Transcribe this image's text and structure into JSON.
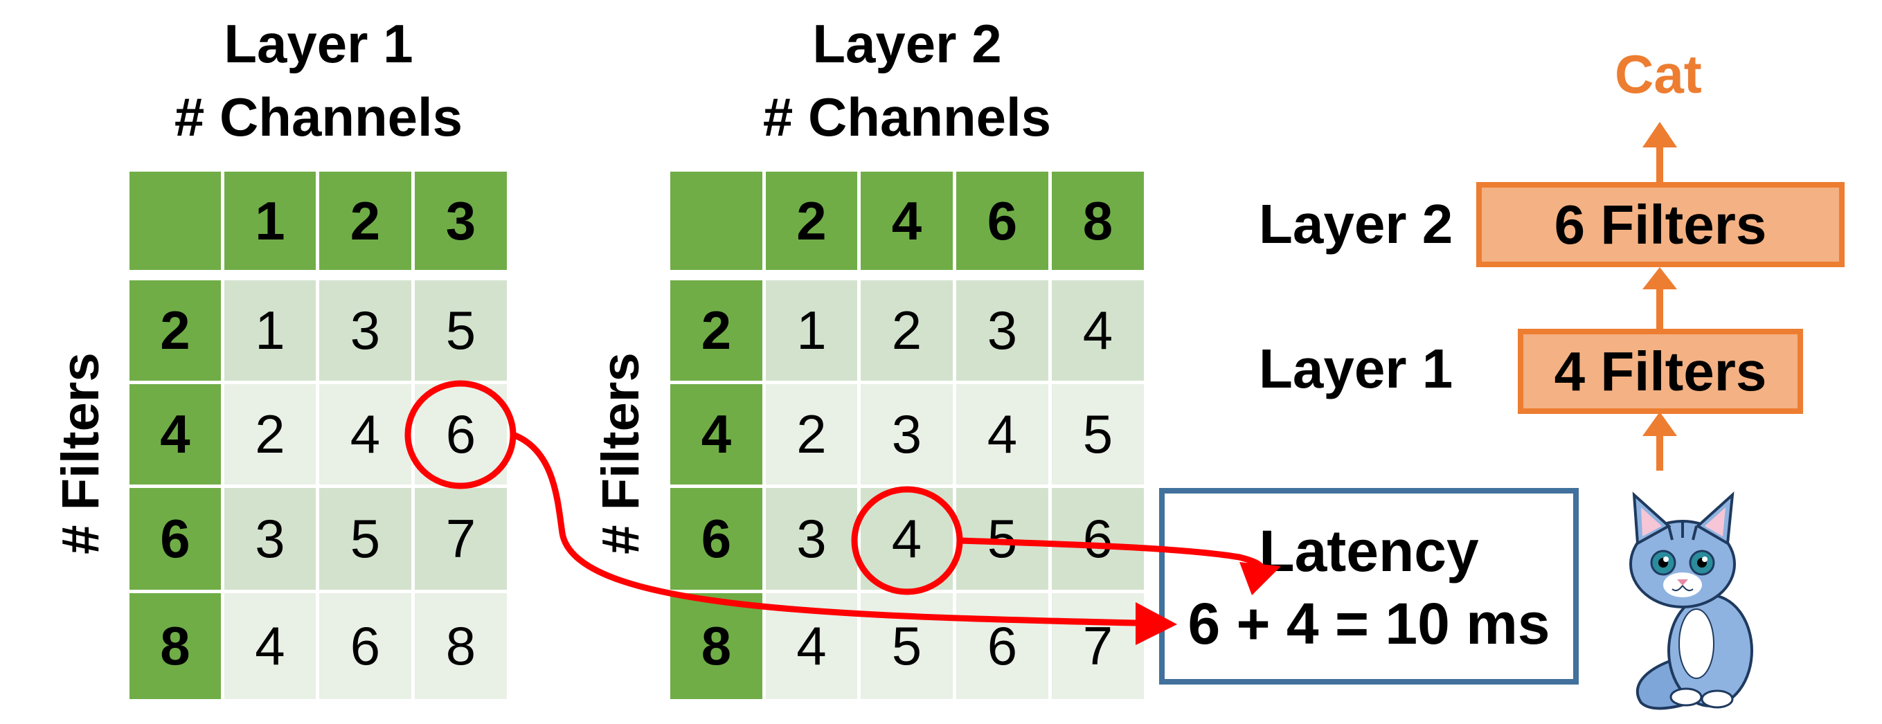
{
  "layer1_table": {
    "title_line1": "Layer 1",
    "title_line2": "# Channels",
    "row_axis_label": "# Filters",
    "column_headers": [
      "1",
      "2",
      "3"
    ],
    "row_headers": [
      "2",
      "4",
      "6",
      "8"
    ],
    "cells": [
      [
        "1",
        "3",
        "5"
      ],
      [
        "2",
        "4",
        "6"
      ],
      [
        "3",
        "5",
        "7"
      ],
      [
        "4",
        "6",
        "8"
      ]
    ]
  },
  "layer2_table": {
    "title_line1": "Layer 2",
    "title_line2": "# Channels",
    "row_axis_label": "# Filters",
    "column_headers": [
      "2",
      "4",
      "6",
      "8"
    ],
    "row_headers": [
      "2",
      "4",
      "6",
      "8"
    ],
    "cells": [
      [
        "1",
        "2",
        "3",
        "4"
      ],
      [
        "2",
        "3",
        "4",
        "5"
      ],
      [
        "3",
        "4",
        "5",
        "6"
      ],
      [
        "4",
        "5",
        "6",
        "7"
      ]
    ]
  },
  "network": {
    "output_label": "Cat",
    "layer2_label": "Layer 2",
    "layer2_box": "6 Filters",
    "layer1_label": "Layer 1",
    "layer1_box": "4 Filters"
  },
  "latency": {
    "line1": "Latency",
    "line2": "6 + 4 = 10 ms"
  },
  "colors": {
    "header_green": "#70ad47",
    "row_dark": "#d3e2cd",
    "row_light": "#e9f0e6",
    "arrow_red": "#ff0000",
    "orange_border": "#ed7d31",
    "orange_fill": "#f4b183",
    "latency_border": "#41719c"
  },
  "icons": {
    "mascot": "cat-icon"
  }
}
